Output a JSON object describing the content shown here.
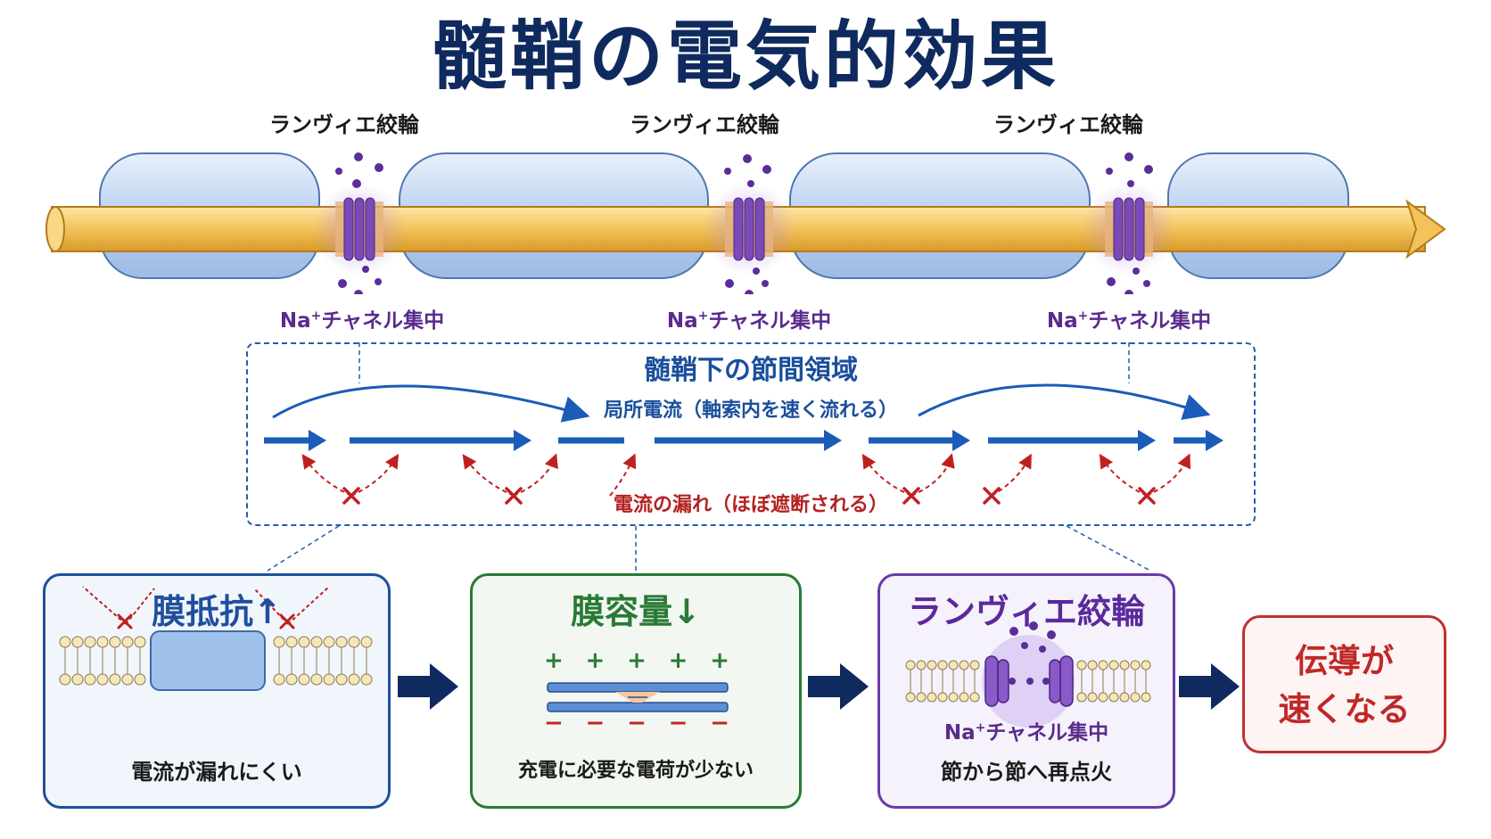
{
  "title": "髄鞘の電気的効果",
  "axon": {
    "node_label": "ランヴィエ絞輪",
    "na_prefix": "Na",
    "na_sup": "+",
    "na_suffix": "チャネル集中",
    "colors": {
      "axon": "#f3c25a",
      "myelin": "#cfe0f5",
      "channel": "#7a4ab8",
      "ion": "#5b2d9a"
    }
  },
  "internode": {
    "title": "髄鞘下の節間領域",
    "current_label": "局所電流（軸索内を速く流れる）",
    "leak_label": "電流の漏れ（ほぼ遮断される）",
    "colors": {
      "current": "#1a5cb8",
      "leak": "#c02020"
    }
  },
  "cards": {
    "resistance": {
      "title": "膜抵抗↑",
      "caption": "電流が漏れにくい",
      "color": "#1f4f9c"
    },
    "capacitance": {
      "title": "膜容量↓",
      "caption": "充電に必要な電荷が少ない",
      "plus": "+",
      "minus": "−",
      "color": "#2a7a35"
    },
    "node": {
      "title": "ランヴィエ絞輪",
      "na_prefix": "Na",
      "na_sup": "+",
      "na_suffix": "チャネル集中",
      "caption": "節から節へ再点火",
      "color": "#6a3aa8"
    },
    "result": {
      "line1": "伝導が",
      "line2": "速くなる",
      "color": "#c02828"
    }
  }
}
